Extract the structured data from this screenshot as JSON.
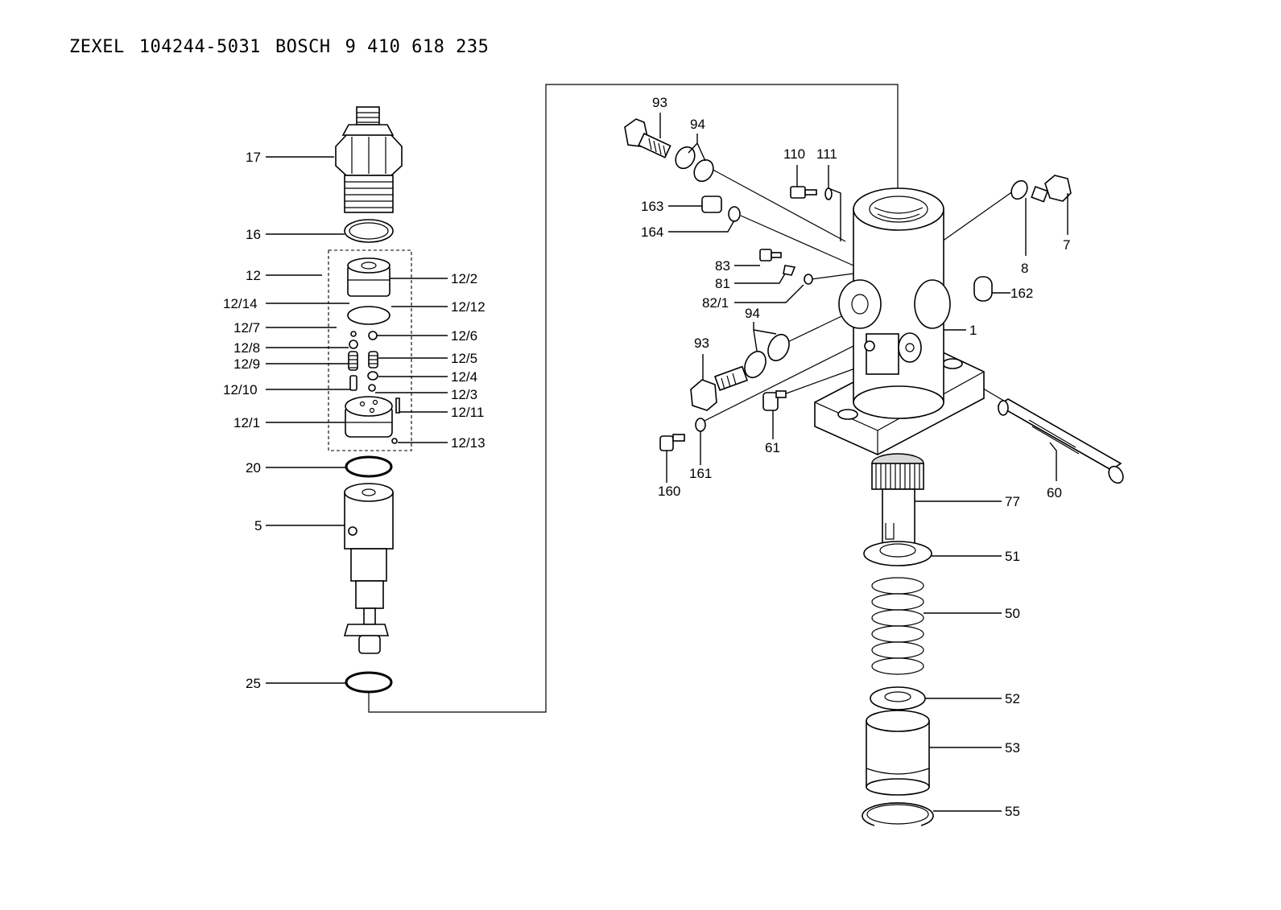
{
  "header": {
    "brand1": "ZEXEL",
    "part1": "104244-5031",
    "brand2": "BOSCH",
    "part2": "9 410 618 235"
  },
  "labels": {
    "p17": "17",
    "p16": "16",
    "p12": "12",
    "p12_2": "12/2",
    "p12_14": "12/14",
    "p12_12": "12/12",
    "p12_7": "12/7",
    "p12_6": "12/6",
    "p12_8": "12/8",
    "p12_5": "12/5",
    "p12_9": "12/9",
    "p12_4": "12/4",
    "p12_10": "12/10",
    "p12_3": "12/3",
    "p12_11": "12/11",
    "p12_1": "12/1",
    "p12_13": "12/13",
    "p20": "20",
    "p5": "5",
    "p25": "25",
    "p93a": "93",
    "p94a": "94",
    "p110": "110",
    "p111": "111",
    "p163": "163",
    "p164": "164",
    "p83": "83",
    "p81": "81",
    "p82_1": "82/1",
    "p94b": "94",
    "p93b": "93",
    "p160": "160",
    "p161": "161",
    "p61": "61",
    "p8": "8",
    "p7": "7",
    "p162": "162",
    "p1": "1",
    "p60": "60",
    "p77": "77",
    "p51": "51",
    "p50": "50",
    "p52": "52",
    "p53": "53",
    "p55": "55"
  }
}
